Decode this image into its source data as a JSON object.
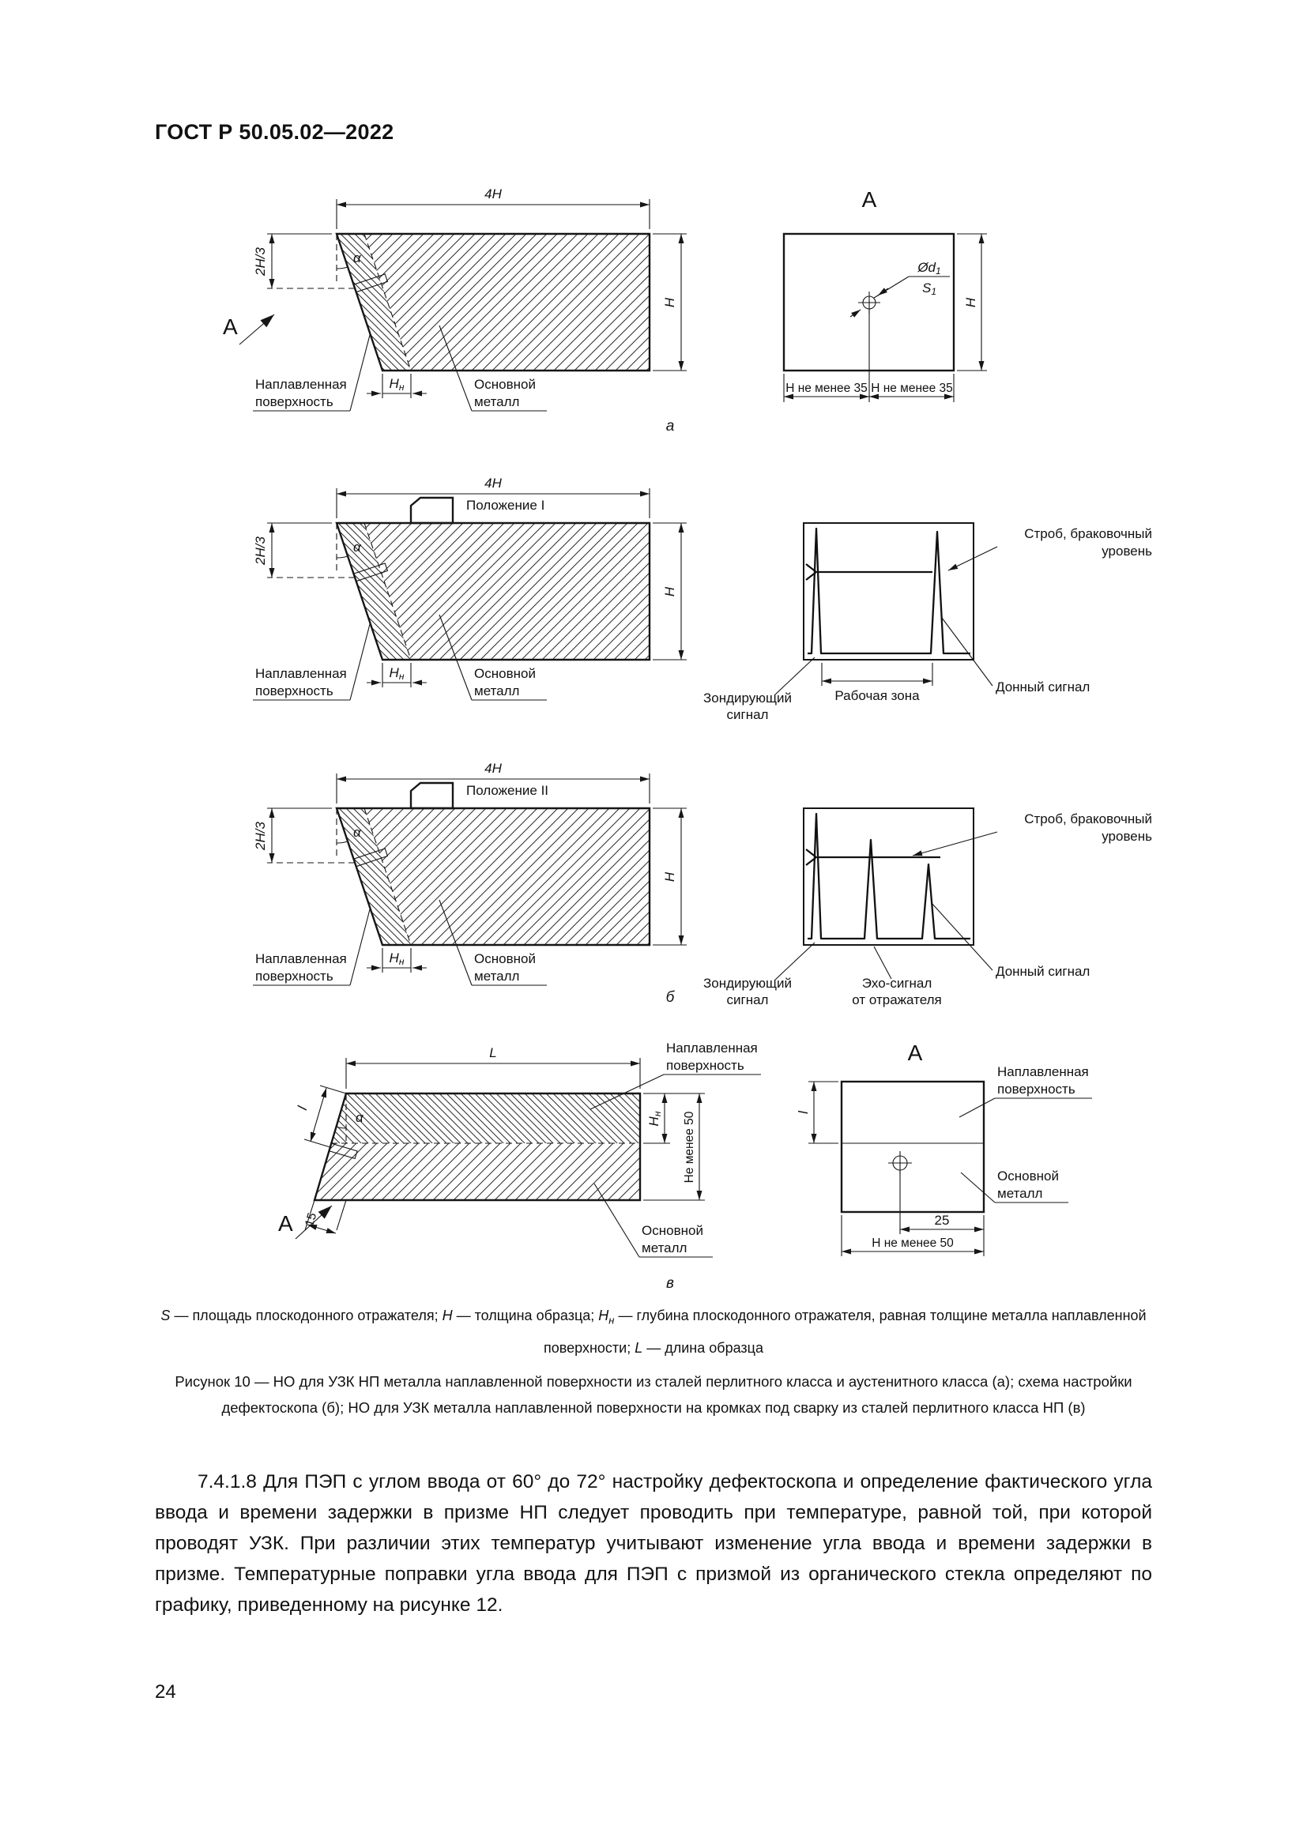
{
  "page": {
    "header": "ГОСТ Р 50.05.02—2022",
    "page_number": "24"
  },
  "shared": {
    "dim_4h": "4H",
    "dim_2h3": "2H/3",
    "dim_h": "H",
    "alpha": "α",
    "view_arrow": "А",
    "surface_line1": "Наплавленная",
    "surface_line2": "поверхность",
    "base_line1": "Основной",
    "base_line2": "металл",
    "hn_letter": "Н",
    "hn_sub": "н",
    "probe_pulse_line1": "Зондирующий",
    "probe_pulse_line2": "сигнал",
    "gate_line1": "Строб, браковочный",
    "gate_line2": "уровень",
    "bottom_signal": "Донный сигнал"
  },
  "fig_a": {
    "sub_label": "а",
    "view": {
      "title": "А",
      "hole_top": "Ød",
      "hole_top_sub": "1",
      "hole_bottom": "S",
      "hole_bottom_sub": "1",
      "dim_h": "H",
      "dim_left": "Н не менее 35",
      "dim_right": "Н не менее 35"
    }
  },
  "fig_b": {
    "sub_label": "б",
    "position1": "Положение I",
    "position2": "Положение II",
    "work_zone": "Рабочая зона",
    "echo_line1": "Эхо-сигнал",
    "echo_line2": "от отражателя"
  },
  "fig_v": {
    "sub_label": "в",
    "dim_length": "L",
    "dim_l": "l",
    "dim_15": "15",
    "dim_min50": "Не менее 50",
    "view": {
      "title": "А",
      "dim_l": "l",
      "dim_25": "25",
      "dim_min50": "Н не менее 50"
    }
  },
  "legend": {
    "runs": [
      {
        "t": "S",
        "s": "iv"
      },
      {
        "t": " — площадь плоскодонного отражателя; ",
        "s": ""
      },
      {
        "t": "Н",
        "s": "iv"
      },
      {
        "t": " — толщина образца; ",
        "s": ""
      },
      {
        "t": "Н",
        "s": "iv"
      },
      {
        "t": "н",
        "s": "ivsub"
      },
      {
        "t": " — глубина плоскодонного отражателя, равная толщине металла наплавленной поверхности; ",
        "s": ""
      },
      {
        "t": "L",
        "s": "iv"
      },
      {
        "t": " — длина образца",
        "s": ""
      }
    ]
  },
  "caption": "Рисунок 10 — НО для УЗК НП металла наплавленной поверхности из сталей перлитного класса и аустенитного класса (а); схема настройки дефектоскопа (б); НО для УЗК металла наплавленной поверхности на кромках под сварку из сталей перлитного класса НП (в)",
  "paragraph": "7.4.1.8 Для ПЭП с углом ввода от 60° до 72° настройку дефектоскопа и определение фактического угла ввода и времени задержки в призме НП следует проводить при температуре, равной той, при которой проводят УЗК. При различии этих температур учитывают изменение угла ввода и времени задержки в призме. Температурные поправки угла ввода для ПЭП с призмой из органического стекла определяют по графику, приведенному на рисунке 12."
}
